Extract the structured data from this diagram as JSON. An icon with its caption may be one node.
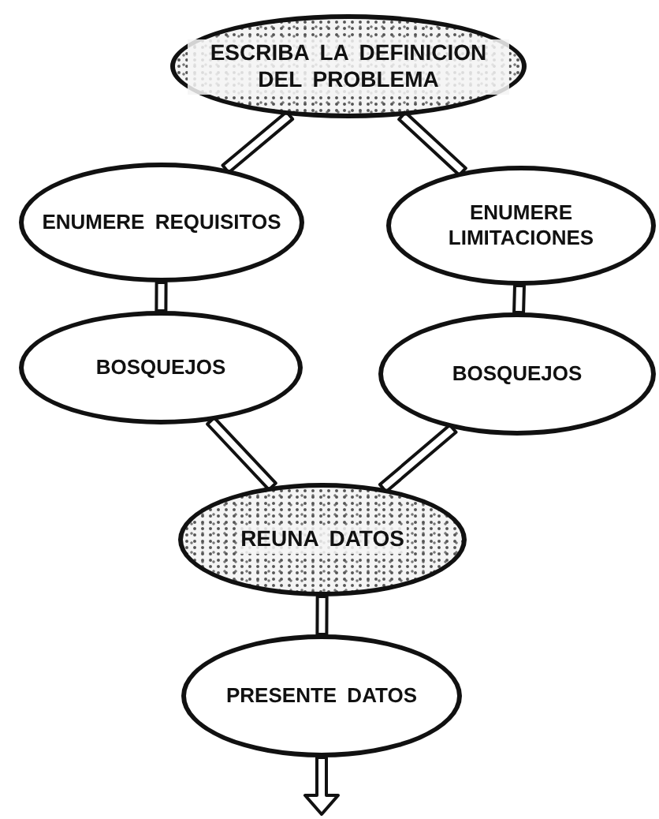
{
  "diagram": {
    "nodes": [
      {
        "text": [
          "ESCRIBA LA DEFINICION DEL PROBLEMA"
        ]
      },
      {
        "text": [
          "ENUMERE REQUISITOS"
        ]
      },
      {
        "text": [
          "ENUMERE LIMITACIONES"
        ]
      },
      {
        "text": [
          "BOSQUEJOS"
        ]
      },
      {
        "text": [
          "BOSQUEJOS"
        ]
      },
      {
        "text": [
          "REUNA DATOS"
        ]
      },
      {
        "text": [
          "PRESENTE DATOS"
        ]
      }
    ],
    "edges": [
      {
        "from": 0,
        "to": 1,
        "arrow": "none"
      },
      {
        "from": 0,
        "to": 2,
        "arrow": "none"
      },
      {
        "from": 1,
        "to": 3,
        "arrow": "none"
      },
      {
        "from": 2,
        "to": 4,
        "arrow": "none"
      },
      {
        "from": 3,
        "to": 5,
        "arrow": "none"
      },
      {
        "from": 4,
        "to": 5,
        "arrow": "none"
      },
      {
        "from": 5,
        "to": 6,
        "arrow": "none"
      },
      {
        "from": 6,
        "to": null,
        "arrow": "to"
      }
    ]
  }
}
